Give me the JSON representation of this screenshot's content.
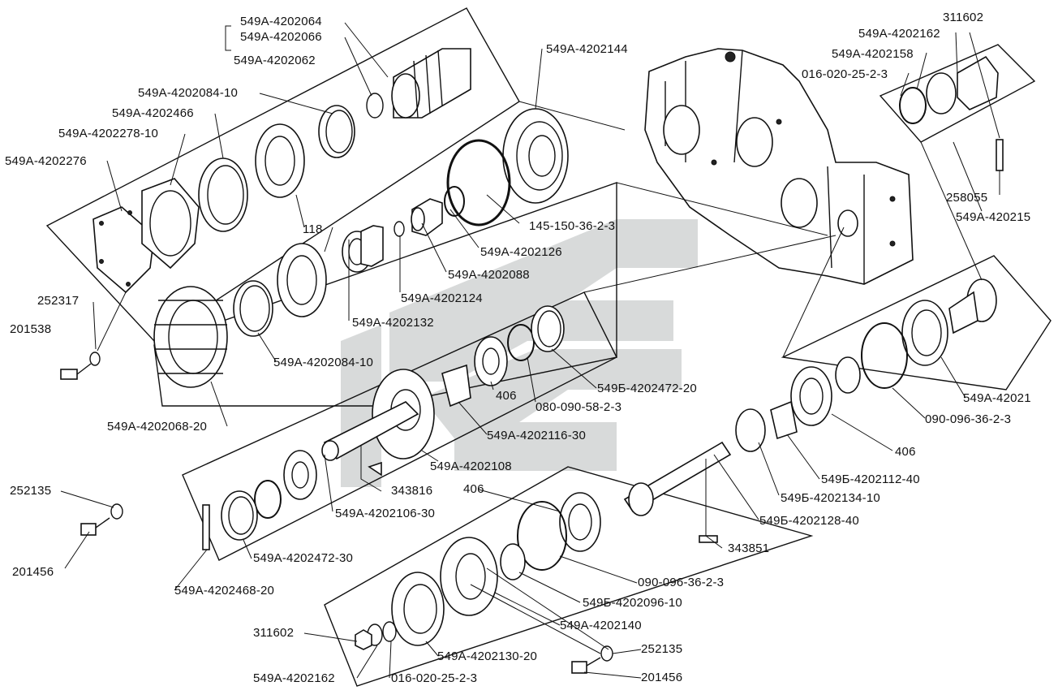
{
  "labels": [
    {
      "id": "l01",
      "text": "549А-4202064"
    },
    {
      "id": "l02",
      "text": "549А-4202066"
    },
    {
      "id": "l03",
      "text": "549А-4202062"
    },
    {
      "id": "l04",
      "text": "549А-4202144"
    },
    {
      "id": "l05",
      "text": "311602"
    },
    {
      "id": "l06",
      "text": "549А-4202162"
    },
    {
      "id": "l07",
      "text": "549А-4202158"
    },
    {
      "id": "l08",
      "text": "016-020-25-2-3"
    },
    {
      "id": "l09",
      "text": "549А-4202084-10"
    },
    {
      "id": "l10",
      "text": "549А-4202466"
    },
    {
      "id": "l11",
      "text": "549А-4202278-10"
    },
    {
      "id": "l12",
      "text": "549А-4202276"
    },
    {
      "id": "l13",
      "text": "258055"
    },
    {
      "id": "l14",
      "text": "549А-420215"
    },
    {
      "id": "l15",
      "text": "145-150-36-2-3"
    },
    {
      "id": "l16",
      "text": "118"
    },
    {
      "id": "l17",
      "text": "549А-4202126"
    },
    {
      "id": "l18",
      "text": "549А-4202088"
    },
    {
      "id": "l19",
      "text": "549А-4202124"
    },
    {
      "id": "l20",
      "text": "252317"
    },
    {
      "id": "l21",
      "text": "201538"
    },
    {
      "id": "l22",
      "text": "549А-4202132"
    },
    {
      "id": "l23",
      "text": "549А-4202084-10"
    },
    {
      "id": "l24",
      "text": "406"
    },
    {
      "id": "l25",
      "text": "549Б-4202472-20"
    },
    {
      "id": "l26",
      "text": "080-090-58-2-3"
    },
    {
      "id": "l27",
      "text": "549А-42021"
    },
    {
      "id": "l28",
      "text": "549А-4202068-20"
    },
    {
      "id": "l29",
      "text": "549А-4202116-30"
    },
    {
      "id": "l30",
      "text": "090-096-36-2-3"
    },
    {
      "id": "l31",
      "text": "549А-4202108"
    },
    {
      "id": "l32",
      "text": "406"
    },
    {
      "id": "l33",
      "text": "549Б-4202112-40"
    },
    {
      "id": "l34",
      "text": "252135"
    },
    {
      "id": "l35",
      "text": "343816"
    },
    {
      "id": "l36",
      "text": "406"
    },
    {
      "id": "l37",
      "text": "549Б-4202134-10"
    },
    {
      "id": "l38",
      "text": "549А-4202106-30"
    },
    {
      "id": "l39",
      "text": "549Б-4202128-40"
    },
    {
      "id": "l40",
      "text": "343851"
    },
    {
      "id": "l41",
      "text": "549А-4202472-30"
    },
    {
      "id": "l42",
      "text": "201456"
    },
    {
      "id": "l43",
      "text": "549А-4202468-20"
    },
    {
      "id": "l44",
      "text": "090-096-36-2-3"
    },
    {
      "id": "l45",
      "text": "549Б-4202096-10"
    },
    {
      "id": "l46",
      "text": "549А-4202140"
    },
    {
      "id": "l47",
      "text": "311602"
    },
    {
      "id": "l48",
      "text": "252135"
    },
    {
      "id": "l49",
      "text": "549А-4202130-20"
    },
    {
      "id": "l50",
      "text": "201456"
    },
    {
      "id": "l51",
      "text": "549А-4202162"
    },
    {
      "id": "l52",
      "text": "016-020-25-2-3"
    }
  ],
  "colors": {
    "ink": "#111111",
    "watermark": "#b8bcbc",
    "background": "#ffffff"
  }
}
